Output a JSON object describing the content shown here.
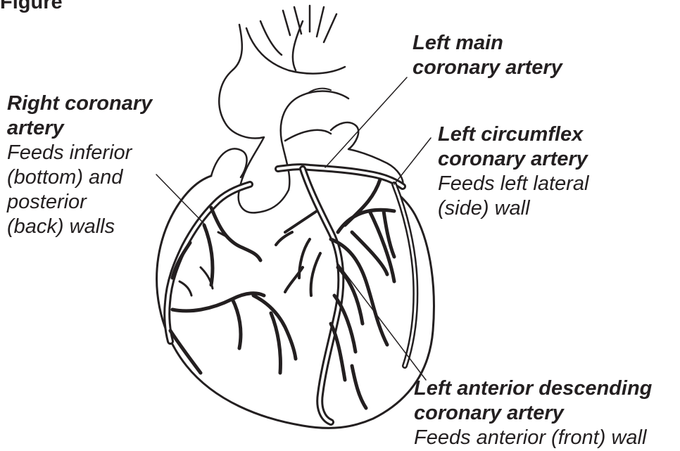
{
  "figure_label": "Figure",
  "labels": {
    "left_main": {
      "name_lines": [
        "Left main",
        "coronary artery"
      ],
      "desc_lines": []
    },
    "right_coronary": {
      "name_lines": [
        "Right coronary",
        "artery"
      ],
      "desc_lines": [
        "Feeds inferior",
        "(bottom) and",
        "posterior",
        "(back) walls"
      ]
    },
    "left_circumflex": {
      "name_lines": [
        "Left circumflex",
        "coronary artery"
      ],
      "desc_lines": [
        "Feeds left lateral",
        "(side) wall"
      ]
    },
    "lad": {
      "name_lines": [
        "Left anterior descending",
        "coronary artery"
      ],
      "desc_lines": [
        "Feeds anterior (front) wall"
      ]
    }
  },
  "colors": {
    "ink": "#231f20",
    "background": "#ffffff"
  }
}
